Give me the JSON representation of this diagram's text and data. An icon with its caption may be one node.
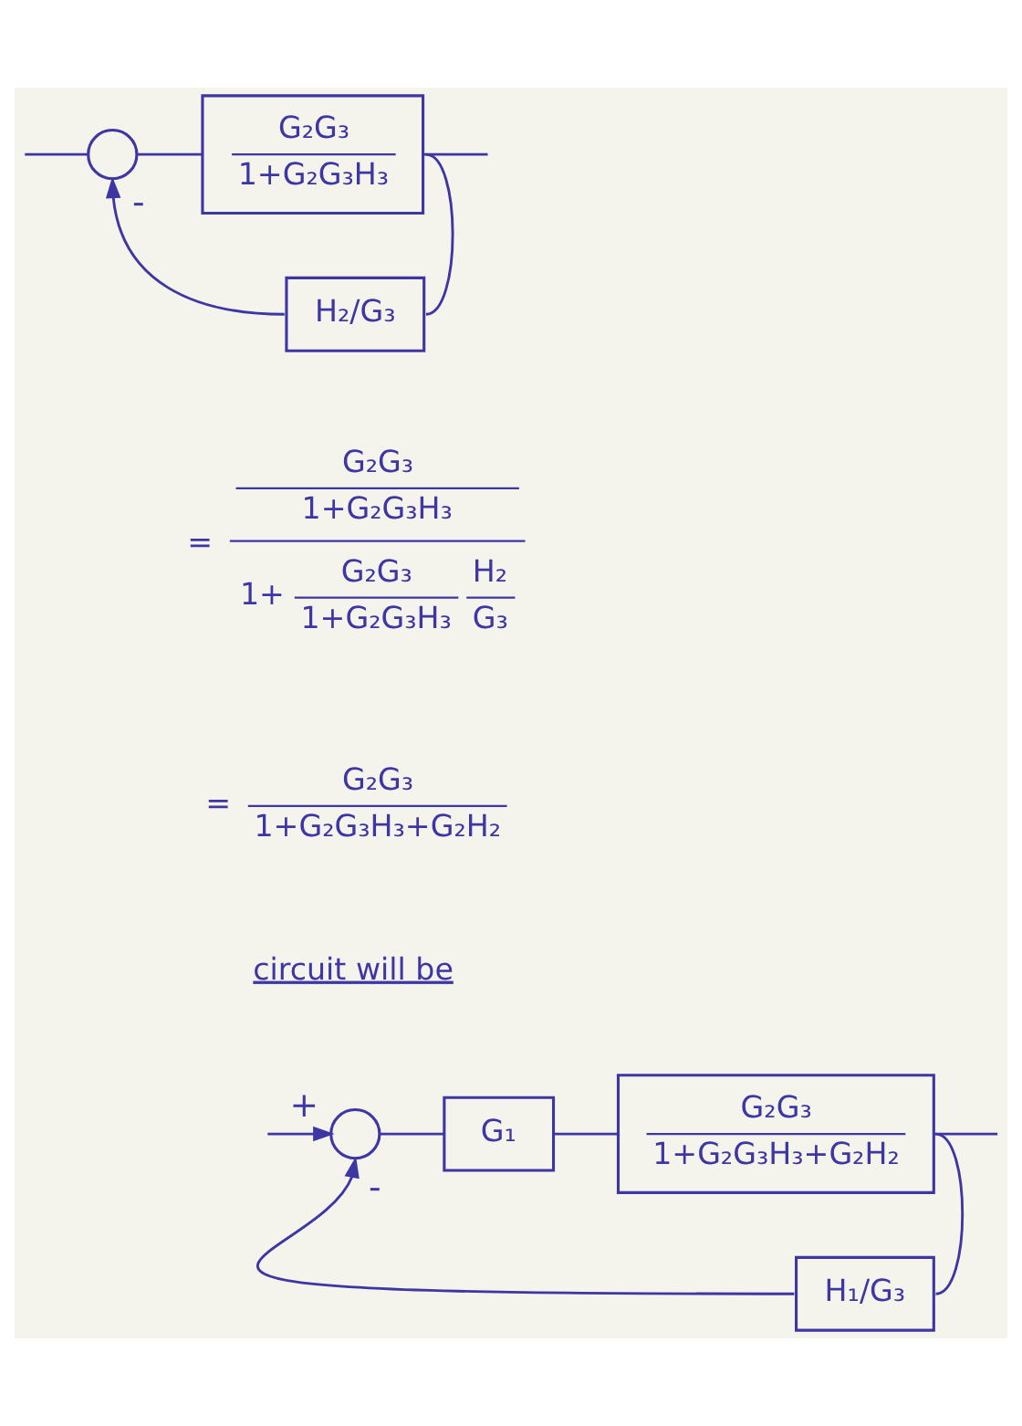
{
  "diagram": {
    "nodes": [
      {
        "text": [],
        "shape": "circle"
      },
      {
        "text": [
          "G₂G₃",
          "1+G₂G₃H₃"
        ]
      },
      {
        "text": [
          "H₂/G₃"
        ]
      },
      {
        "text": [],
        "shape": "circle"
      },
      {
        "text": [
          "G₁"
        ]
      },
      {
        "text": [
          "G₂G₃",
          "1+G₂G₃H₃+G₂H₂"
        ]
      },
      {
        "text": [
          "H₁/G₃"
        ]
      }
    ],
    "edges": [
      {
        "from": null,
        "to": 0,
        "arrow": "none"
      },
      {
        "from": 0,
        "to": 1,
        "arrow": "none"
      },
      {
        "from": 1,
        "to": null,
        "arrow": "none"
      },
      {
        "from": 1,
        "to": 2,
        "arrow": "none"
      },
      {
        "from": 2,
        "to": 0,
        "arrow": "to",
        "label": "-"
      },
      {
        "from": null,
        "to": 3,
        "arrow": "to",
        "label": "+"
      },
      {
        "from": 3,
        "to": 4,
        "arrow": "none"
      },
      {
        "from": 4,
        "to": 5,
        "arrow": "none"
      },
      {
        "from": 5,
        "to": null,
        "arrow": "none"
      },
      {
        "from": 5,
        "to": 6,
        "arrow": "none"
      },
      {
        "from": 6,
        "to": 3,
        "arrow": "to",
        "label": "-"
      }
    ],
    "labels": [
      "=",
      "G₂G₃",
      "1+G₂G₃H₃",
      "1+",
      "G₂G₃",
      "1+G₂G₃H₃",
      "H₂",
      "G₃",
      "=",
      "G₂G₃",
      "1+G₂G₃H₃+G₂H₂",
      "circuit will be"
    ]
  }
}
